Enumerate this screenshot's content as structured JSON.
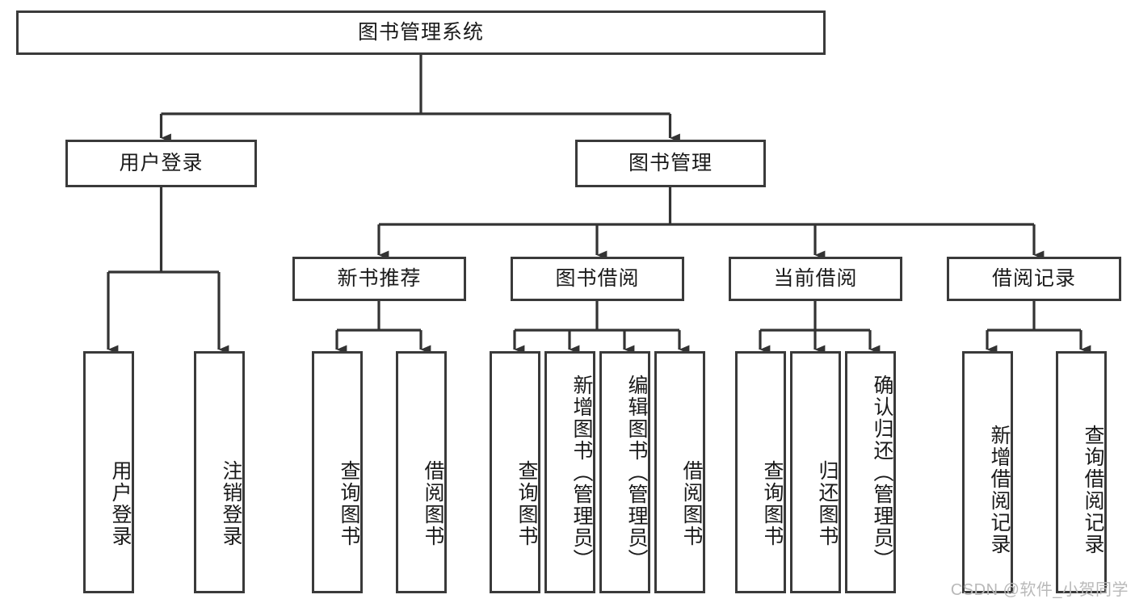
{
  "diagram": {
    "title": "图书管理系统",
    "type": "功能结构图",
    "colors": {
      "box_border": "#3a3a3a",
      "box_fill": "#ffffff",
      "connector": "#333333",
      "text": "#1a1a1a",
      "watermark": "#b9b9b9",
      "background": "#ffffff"
    },
    "root": {
      "label": "图书管理系统",
      "id": "root-system"
    },
    "level2": [
      {
        "id": "user-login",
        "label": "用户登录"
      },
      {
        "id": "book-manage",
        "label": "图书管理"
      }
    ],
    "level3": [
      {
        "id": "new-book-recommend",
        "label": "新书推荐",
        "parent": "book-manage"
      },
      {
        "id": "book-borrow",
        "label": "图书借阅",
        "parent": "book-manage"
      },
      {
        "id": "current-borrow",
        "label": "当前借阅",
        "parent": "book-manage"
      },
      {
        "id": "borrow-record",
        "label": "借阅记录",
        "parent": "book-manage"
      }
    ],
    "leaves": [
      {
        "id": "leaf-user-login",
        "label": "用户登录",
        "parent": "user-login"
      },
      {
        "id": "leaf-logout",
        "label": "注销登录",
        "parent": "user-login"
      },
      {
        "id": "leaf-query-book-1",
        "label": "查询图书",
        "parent": "new-book-recommend"
      },
      {
        "id": "leaf-borrow-book-1",
        "label": "借阅图书",
        "parent": "new-book-recommend"
      },
      {
        "id": "leaf-query-book-2",
        "label": "查询图书",
        "parent": "book-borrow"
      },
      {
        "id": "leaf-add-book",
        "label": "新增图书（管理员）",
        "parent": "book-borrow"
      },
      {
        "id": "leaf-edit-book",
        "label": "编辑图书（管理员）",
        "parent": "book-borrow"
      },
      {
        "id": "leaf-borrow-book-2",
        "label": "借阅图书",
        "parent": "book-borrow"
      },
      {
        "id": "leaf-query-book-3",
        "label": "查询图书",
        "parent": "current-borrow"
      },
      {
        "id": "leaf-return-book",
        "label": "归还图书",
        "parent": "current-borrow"
      },
      {
        "id": "leaf-confirm-return",
        "label": "确认归还（管理员）",
        "parent": "current-borrow"
      },
      {
        "id": "leaf-add-record",
        "label": "新增借阅记录",
        "parent": "borrow-record"
      },
      {
        "id": "leaf-query-record",
        "label": "查询借阅记录",
        "parent": "borrow-record"
      }
    ],
    "watermark": "CSDN @软件_小贺同学"
  }
}
